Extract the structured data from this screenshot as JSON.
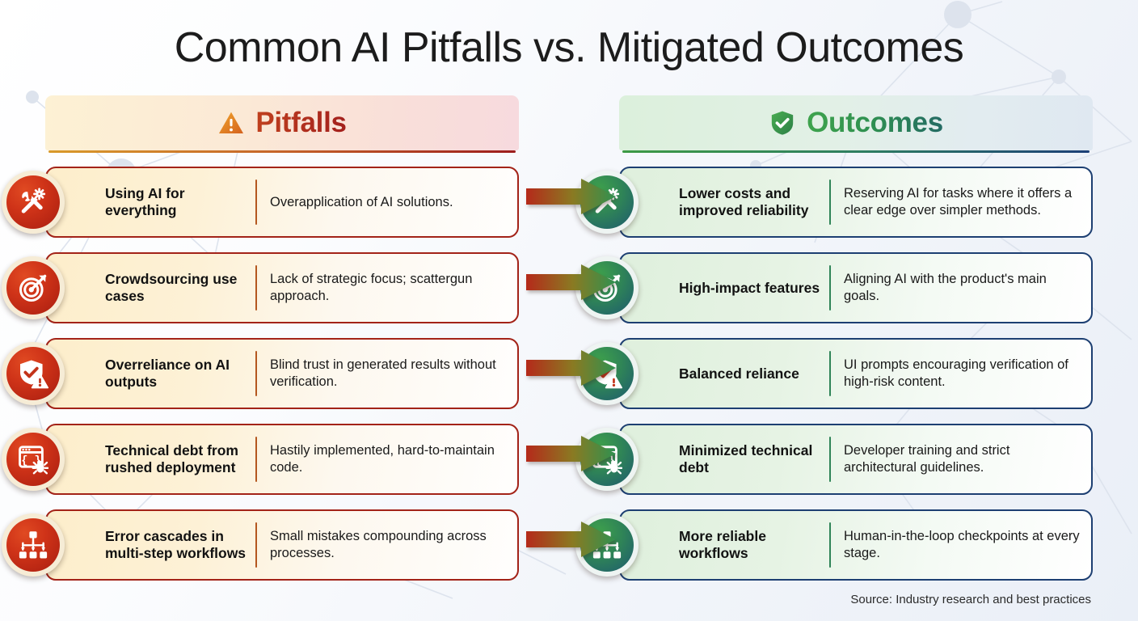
{
  "title": "Common AI Pitfalls vs. Mitigated Outcomes",
  "columns": {
    "pitfalls": {
      "label": "Pitfalls",
      "icon": "warning-triangle-icon",
      "accent": "#a3201d"
    },
    "outcomes": {
      "label": "Outcomes",
      "icon": "shield-check-icon",
      "accent": "#2f9150"
    }
  },
  "rows": [
    {
      "icon": "tools-gear-icon",
      "pitfall": {
        "title": "Using AI for everything",
        "desc": "Overapplication of AI solutions."
      },
      "outcome": {
        "title": "Lower costs and improved reliability",
        "desc": "Reserving AI for tasks where it offers a clear edge over simpler methods."
      }
    },
    {
      "icon": "target-arrow-icon",
      "pitfall": {
        "title": "Crowdsourcing use cases",
        "desc": "Lack of strategic focus; scattergun approach."
      },
      "outcome": {
        "title": "High-impact features",
        "desc": "Aligning AI with the product's main goals."
      }
    },
    {
      "icon": "shield-check-warning-icon",
      "pitfall": {
        "title": "Overreliance on AI outputs",
        "desc": "Blind trust in generated results without verification."
      },
      "outcome": {
        "title": "Balanced reliance",
        "desc": "UI prompts encouraging verification of high-risk content."
      }
    },
    {
      "icon": "code-window-bug-icon",
      "pitfall": {
        "title": "Technical debt from rushed deployment",
        "desc": "Hastily implemented, hard-to-maintain code."
      },
      "outcome": {
        "title": "Minimized technical debt",
        "desc": "Developer training and strict architectural guidelines."
      }
    },
    {
      "icon": "hierarchy-workflow-icon",
      "pitfall": {
        "title": "Error cascades in multi-step workflows",
        "desc": "Small mistakes compounding across processes."
      },
      "outcome": {
        "title": "More reliable workflows",
        "desc": "Human-in-the-loop checkpoints at every stage."
      }
    }
  ],
  "arrow": {
    "name": "transition-arrow",
    "from_color": "#b5291a",
    "to_color": "#2f9150",
    "count": 5
  },
  "source": "Source: Industry research and best practices",
  "palette": {
    "pitfall_border": "#a32318",
    "outcome_border": "#1d3f72",
    "pitfall_icon_bg": "#cf3318",
    "outcome_icon_bg": "#2f8457",
    "page_bg": "#f6f8fb"
  }
}
